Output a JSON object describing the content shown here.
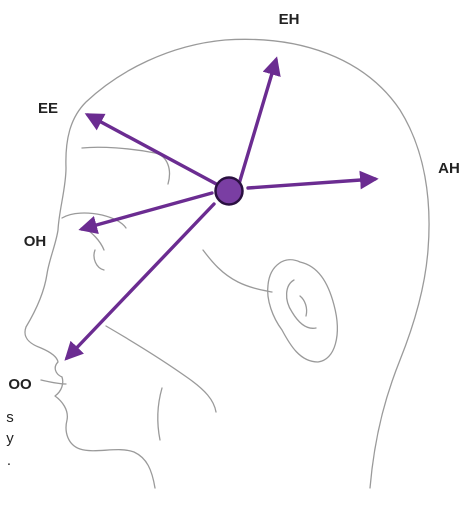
{
  "diagram": {
    "colors": {
      "arrow": "#6b2c91",
      "center_fill": "#7a3ea3",
      "outline": "#9a9a9a",
      "label": "#222222"
    },
    "labels": {
      "eh": "EH",
      "ee": "EE",
      "ah": "AH",
      "oh": "OH",
      "oo": "OO"
    },
    "caption_fragments": [
      "s",
      "y",
      "."
    ]
  }
}
